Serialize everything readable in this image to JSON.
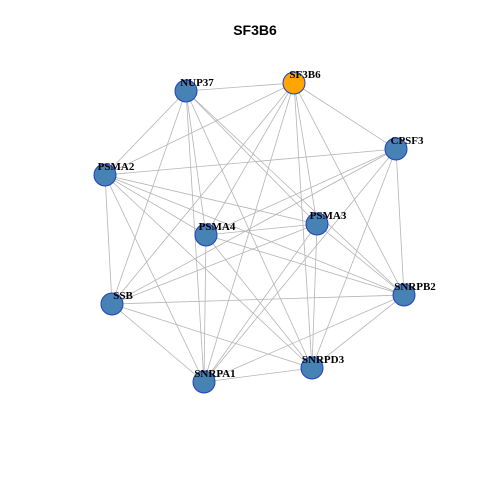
{
  "title": "SF3B6",
  "colors": {
    "node_fill": "#4682b4",
    "focus_fill": "#ffa500",
    "node_border": "#1f3fbf",
    "edge": "#b4b4b4"
  },
  "network": {
    "focus": "SF3B6",
    "nodes": [
      {
        "id": "SF3B6"
      },
      {
        "id": "NUP37"
      },
      {
        "id": "CPSF3"
      },
      {
        "id": "PSMA2"
      },
      {
        "id": "PSMA3"
      },
      {
        "id": "PSMA4"
      },
      {
        "id": "SSB"
      },
      {
        "id": "SNRPB2"
      },
      {
        "id": "SNRPD3"
      },
      {
        "id": "SNRPA1"
      }
    ],
    "edges": [
      [
        "SF3B6",
        "NUP37"
      ],
      [
        "SF3B6",
        "CPSF3"
      ],
      [
        "SF3B6",
        "PSMA2"
      ],
      [
        "SF3B6",
        "PSMA3"
      ],
      [
        "SF3B6",
        "PSMA4"
      ],
      [
        "SF3B6",
        "SSB"
      ],
      [
        "SF3B6",
        "SNRPB2"
      ],
      [
        "SF3B6",
        "SNRPD3"
      ],
      [
        "SF3B6",
        "SNRPA1"
      ],
      [
        "NUP37",
        "PSMA2"
      ],
      [
        "NUP37",
        "PSMA3"
      ],
      [
        "NUP37",
        "PSMA4"
      ],
      [
        "NUP37",
        "SSB"
      ],
      [
        "NUP37",
        "SNRPB2"
      ],
      [
        "NUP37",
        "SNRPD3"
      ],
      [
        "NUP37",
        "SNRPA1"
      ],
      [
        "CPSF3",
        "PSMA2"
      ],
      [
        "CPSF3",
        "PSMA4"
      ],
      [
        "CPSF3",
        "SSB"
      ],
      [
        "CPSF3",
        "SNRPB2"
      ],
      [
        "CPSF3",
        "SNRPD3"
      ],
      [
        "CPSF3",
        "SNRPA1"
      ],
      [
        "PSMA2",
        "PSMA3"
      ],
      [
        "PSMA2",
        "PSMA4"
      ],
      [
        "PSMA2",
        "SSB"
      ],
      [
        "PSMA2",
        "SNRPB2"
      ],
      [
        "PSMA2",
        "SNRPD3"
      ],
      [
        "PSMA2",
        "SNRPA1"
      ],
      [
        "PSMA3",
        "PSMA4"
      ],
      [
        "PSMA3",
        "SSB"
      ],
      [
        "PSMA3",
        "SNRPB2"
      ],
      [
        "PSMA3",
        "SNRPD3"
      ],
      [
        "PSMA3",
        "SNRPA1"
      ],
      [
        "PSMA4",
        "SNRPB2"
      ],
      [
        "PSMA4",
        "SNRPD3"
      ],
      [
        "PSMA4",
        "SNRPA1"
      ],
      [
        "SSB",
        "SNRPB2"
      ],
      [
        "SSB",
        "SNRPD3"
      ],
      [
        "SSB",
        "SNRPA1"
      ],
      [
        "SNRPB2",
        "SNRPD3"
      ],
      [
        "SNRPB2",
        "SNRPA1"
      ],
      [
        "SNRPD3",
        "SNRPA1"
      ]
    ]
  }
}
